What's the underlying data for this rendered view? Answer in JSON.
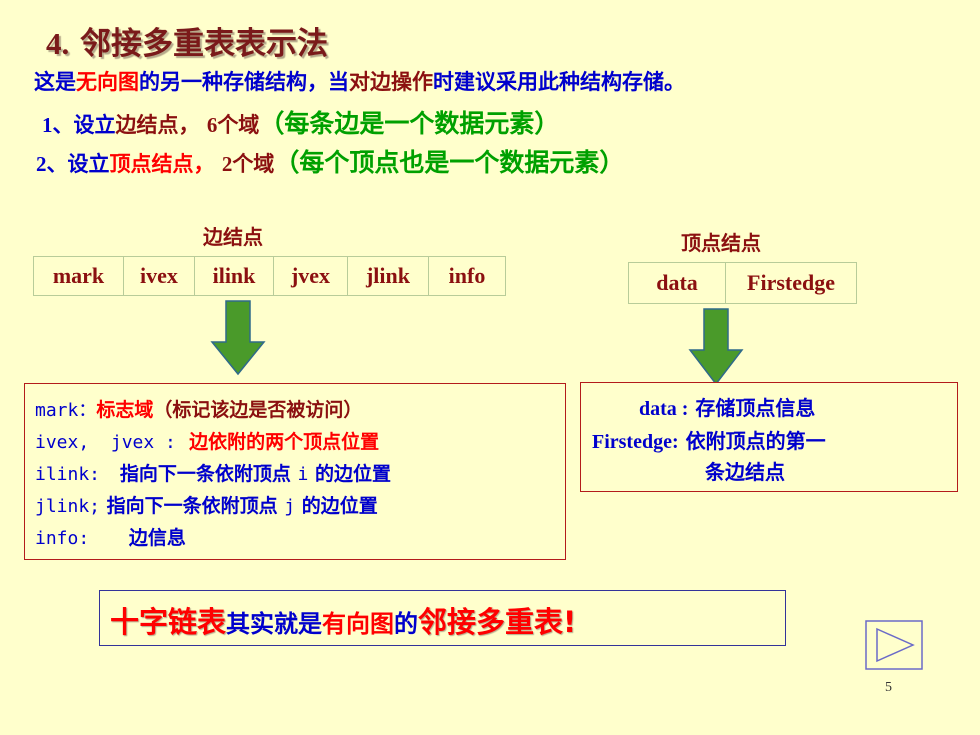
{
  "title": {
    "number": "4.",
    "text": "邻接多重表表示法"
  },
  "intro": {
    "p1": "这是",
    "p2": "无向图",
    "p3": "的另一种存储结构，当",
    "p4": "对边操作",
    "p5": "时建议采用此种结构存储。"
  },
  "item1": {
    "num": "1",
    "sep": "、设立",
    "name": "边结点",
    "comma": "，",
    "count_num": "6",
    "count_unit": "个域",
    "note": "（每条边是一个数据元素）"
  },
  "item2": {
    "num": "2",
    "sep": "、设立",
    "name": "顶点结点",
    "comma": "，",
    "count_num": "2",
    "count_unit": "个域",
    "note": "（每个顶点也是一个数据元素）"
  },
  "edge_node": {
    "label": "边结点",
    "fields": [
      "mark",
      "ivex",
      "ilink",
      "jvex",
      "jlink",
      "info"
    ]
  },
  "vertex_node": {
    "label": "顶点结点",
    "fields": [
      "data",
      "Firstedge"
    ]
  },
  "edge_desc": {
    "mark_key": "mark：",
    "mark_val": "标志域",
    "mark_note": "（标记该边是否被访问）",
    "vex_key": "ivex,  jvex :",
    "vex_val": "边依附的两个顶点位置",
    "ilink_key": "ilink:",
    "ilink_val1": "指向下一条依附顶点",
    "ilink_var": "i",
    "ilink_val2": "的边位置",
    "jlink_key": "jlink;",
    "jlink_val1": "指向下一条依附顶点",
    "jlink_var": "j",
    "jlink_val2": "的边位置",
    "info_key": "info:",
    "info_val": "边信息"
  },
  "vertex_desc": {
    "data_key": "data :",
    "data_val": "存储顶点信息",
    "first_key": "Firstedge:",
    "first_val1": "依附顶点的第一",
    "first_val2": "条边结点"
  },
  "summary": {
    "s1": "十字链表",
    "s2": "其实就是",
    "s3": "有向图",
    "s4": "的",
    "s5": "邻接多重表!"
  },
  "colors": {
    "background": "#ffffcc",
    "blue": "#0000cc",
    "red": "#ff0000",
    "green": "#00a000",
    "arrow_fill": "#4a9a2a"
  },
  "page_number": "5"
}
